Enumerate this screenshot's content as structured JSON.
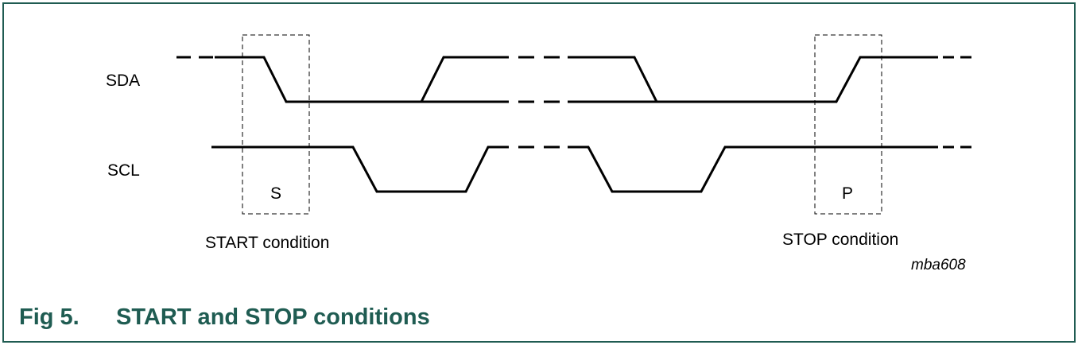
{
  "colors": {
    "frame": "#1f5c52",
    "caption": "#1f5c52",
    "waveform": "#000000"
  },
  "signals": {
    "sda": "SDA",
    "scl": "SCL"
  },
  "markers": {
    "start": "S",
    "stop": "P"
  },
  "conditions": {
    "start": "START condition",
    "stop": "STOP condition"
  },
  "figure_code": "mba608",
  "caption": {
    "number": "Fig 5.",
    "title": "START and STOP conditions"
  }
}
